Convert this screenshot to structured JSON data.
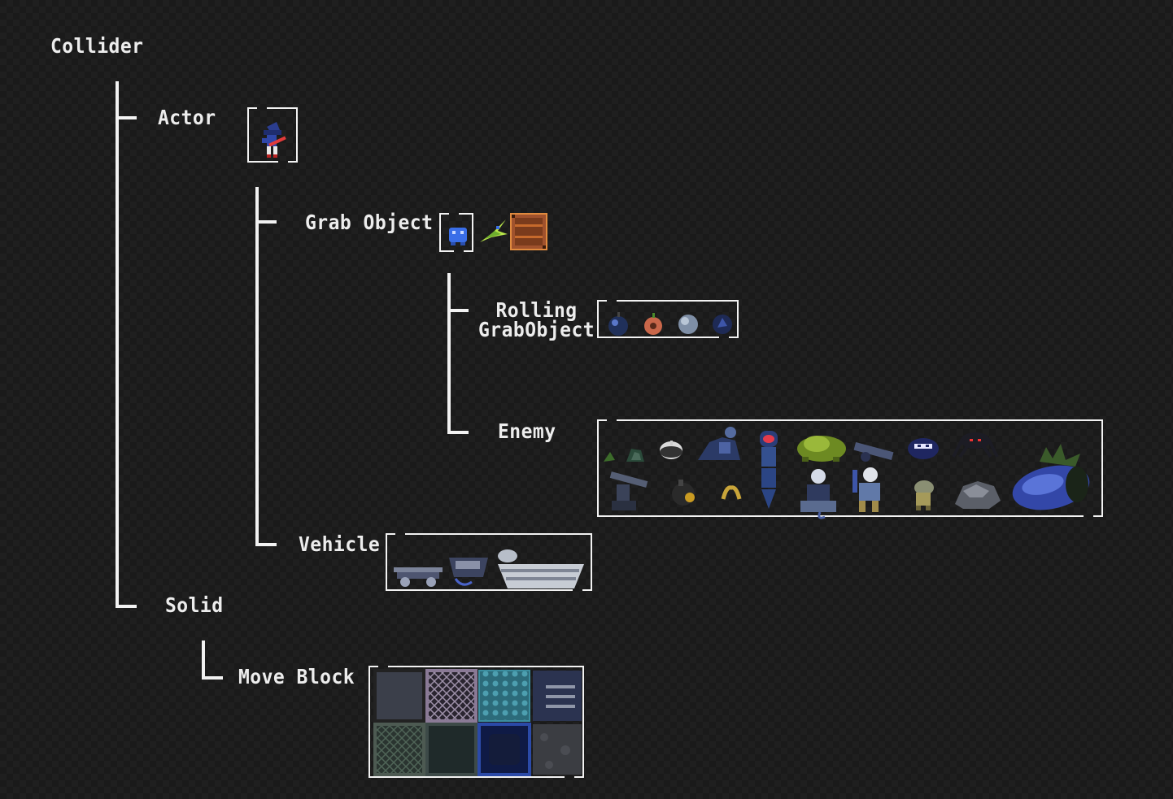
{
  "nodes": {
    "collider": "Collider",
    "actor": "Actor",
    "grab_object": "Grab Object",
    "rolling_line1": "Rolling",
    "rolling_line2": "GrabObject",
    "enemy": "Enemy",
    "vehicle": "Vehicle",
    "solid": "Solid",
    "move_block": "Move Block"
  },
  "colors": {
    "background": "#1a1a1a",
    "lines": "#f2f2f2",
    "text": "#ededed"
  }
}
